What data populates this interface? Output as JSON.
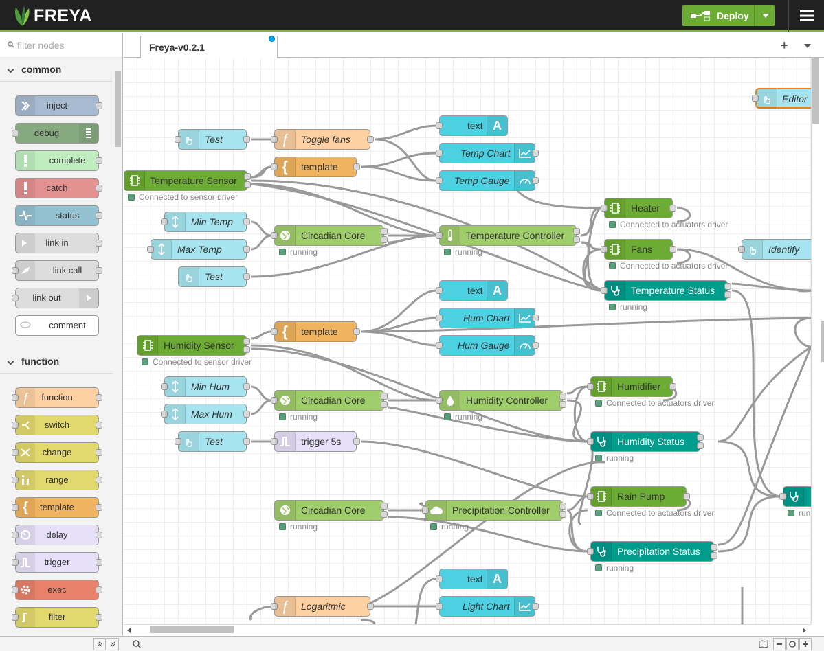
{
  "app": {
    "name": "FREYA",
    "brand_color": "#7eb83a",
    "deploy_label": "Deploy"
  },
  "palette": {
    "filter_placeholder": "filter nodes",
    "categories": [
      {
        "title": "common",
        "nodes": [
          "inject",
          "debug",
          "complete",
          "catch",
          "status",
          "link in",
          "link call",
          "link out",
          "comment"
        ]
      },
      {
        "title": "function",
        "nodes": [
          "function",
          "switch",
          "change",
          "range",
          "template",
          "delay",
          "trigger",
          "exec",
          "filter"
        ]
      }
    ]
  },
  "tabs": [
    {
      "label": "Freya-v0.2.1"
    }
  ],
  "flow": {
    "nodes": [
      {
        "id": "n1",
        "label": "Test"
      },
      {
        "id": "n2",
        "label": "Toggle fans"
      },
      {
        "id": "n3",
        "label": "text"
      },
      {
        "id": "n4",
        "label": "Temp Chart"
      },
      {
        "id": "n5",
        "label": "template"
      },
      {
        "id": "n6",
        "label": "Temp Gauge"
      },
      {
        "id": "n7",
        "label": "Temperature Sensor",
        "status": "Connected to sensor driver"
      },
      {
        "id": "n8",
        "label": "Heater",
        "status": "Connected to actuators driver"
      },
      {
        "id": "n9",
        "label": "Min Temp"
      },
      {
        "id": "n10",
        "label": "Circadian Core",
        "status": "running"
      },
      {
        "id": "n11",
        "label": "Temperature Controller",
        "status": "running"
      },
      {
        "id": "n12",
        "label": "Max Temp"
      },
      {
        "id": "n13",
        "label": "Fans",
        "status": "Connected to actuators driver"
      },
      {
        "id": "n14",
        "label": "Identify"
      },
      {
        "id": "n15",
        "label": "Test"
      },
      {
        "id": "n16",
        "label": "Temperature Status",
        "status": "running"
      },
      {
        "id": "n17",
        "label": "text"
      },
      {
        "id": "n18",
        "label": "Hum Chart"
      },
      {
        "id": "n19",
        "label": "template"
      },
      {
        "id": "n20",
        "label": "Humidity Sensor",
        "status": "Connected to sensor driver"
      },
      {
        "id": "n21",
        "label": "Hum Gauge"
      },
      {
        "id": "n22",
        "label": "Min Hum"
      },
      {
        "id": "n23",
        "label": "Humidifier",
        "status": "Connected to actuators driver"
      },
      {
        "id": "n24",
        "label": "Circadian Core",
        "status": "running"
      },
      {
        "id": "n25",
        "label": "Humidity Controller",
        "status": "running"
      },
      {
        "id": "n26",
        "label": "Max Hum"
      },
      {
        "id": "n27",
        "label": "Test"
      },
      {
        "id": "n28",
        "label": "trigger 5s"
      },
      {
        "id": "n29",
        "label": "Humidity Status",
        "status": "running"
      },
      {
        "id": "n30",
        "label": "Rain Pump",
        "status": "Connected to actuators driver"
      },
      {
        "id": "n31",
        "label": "Circadian Core",
        "status": "running"
      },
      {
        "id": "n32",
        "label": "Precipitation Controller",
        "status": "running"
      },
      {
        "id": "n33",
        "label": "Precipitation Status",
        "status": "running"
      },
      {
        "id": "n34",
        "label": "text"
      },
      {
        "id": "n35",
        "label": "Logaritmic"
      },
      {
        "id": "n36",
        "label": "Light Chart"
      },
      {
        "id": "n37",
        "label": "Editor"
      },
      {
        "id": "n38",
        "label": "",
        "status": "run"
      }
    ]
  }
}
